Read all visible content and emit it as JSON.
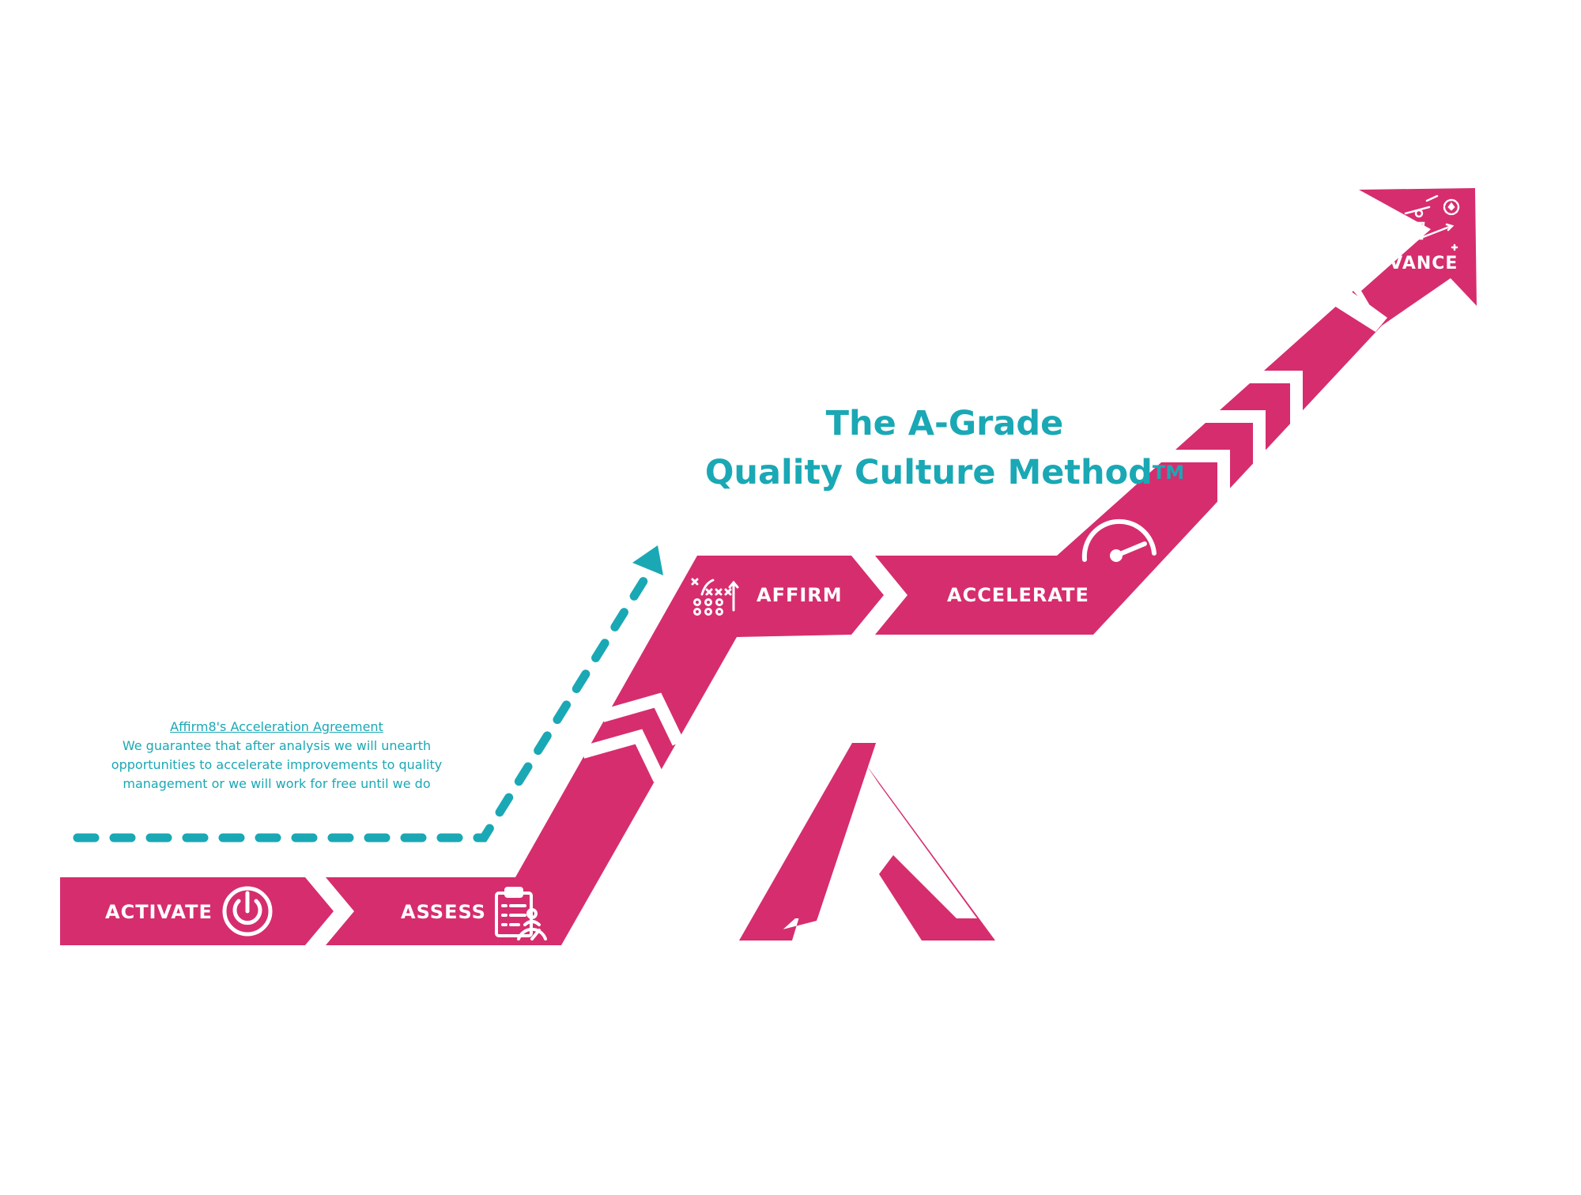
{
  "title": {
    "line1": "The A-Grade",
    "line2": "Quality Culture Method",
    "trademark": "TM"
  },
  "agreement": {
    "heading": "Affirm8's Acceleration Agreement",
    "body": "We guarantee that after analysis we will unearth opportunities to accelerate improvements to quality management or we will work for free until we do"
  },
  "steps": [
    {
      "label": "ACTIVATE",
      "icon": "power-icon"
    },
    {
      "label": "ASSESS",
      "icon": "clipboard-assessment-icon"
    },
    {
      "label": "AFFIRM",
      "icon": "strategy-playbook-icon"
    },
    {
      "label": "ACCELERATE",
      "icon": "speedometer-icon"
    },
    {
      "label": "ADVANCE",
      "icon": "growth-arrows-icon"
    }
  ],
  "colors": {
    "primary": "#d62d6e",
    "accent": "#1aa8b5",
    "background": "#ffffff"
  }
}
